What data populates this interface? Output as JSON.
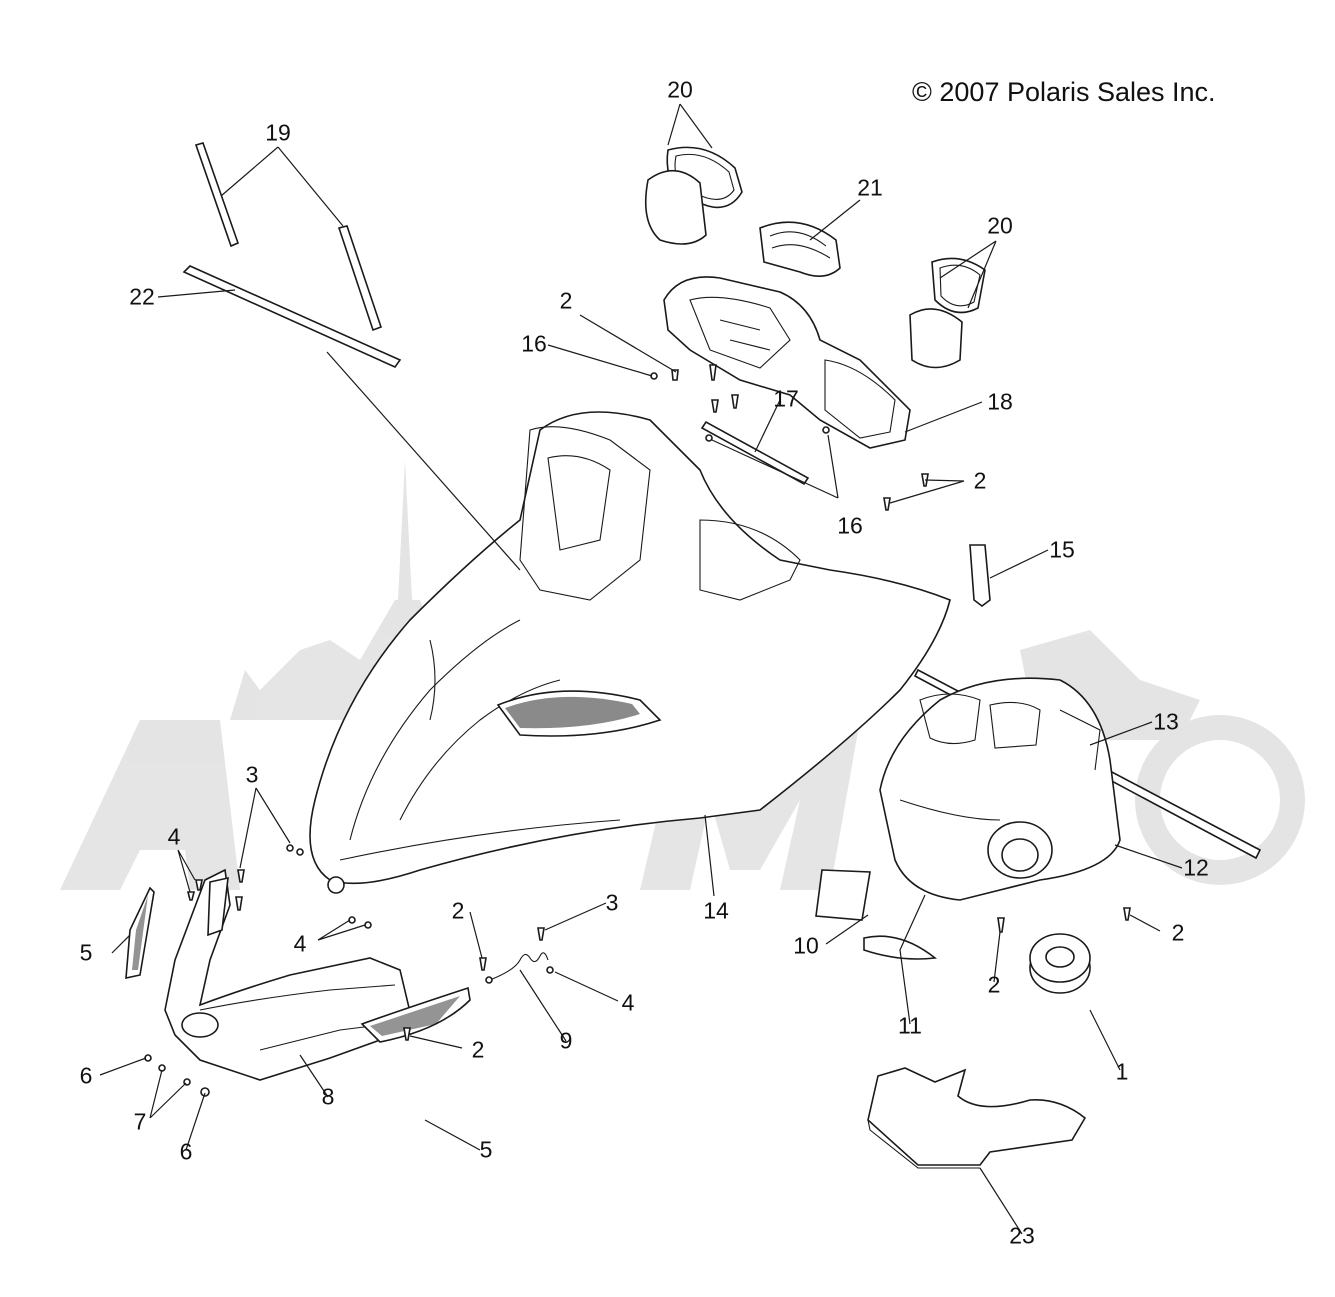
{
  "copyright": "© 2007 Polaris Sales Inc.",
  "callouts": [
    {
      "id": "c20a",
      "label": "20"
    },
    {
      "id": "c19",
      "label": "19"
    },
    {
      "id": "c21",
      "label": "21"
    },
    {
      "id": "c20b",
      "label": "20"
    },
    {
      "id": "c22",
      "label": "22"
    },
    {
      "id": "c2a",
      "label": "2"
    },
    {
      "id": "c16a",
      "label": "16"
    },
    {
      "id": "c18",
      "label": "18"
    },
    {
      "id": "c17",
      "label": "17"
    },
    {
      "id": "c2b",
      "label": "2"
    },
    {
      "id": "c16b",
      "label": "16"
    },
    {
      "id": "c15",
      "label": "15"
    },
    {
      "id": "c13",
      "label": "13"
    },
    {
      "id": "c3a",
      "label": "3"
    },
    {
      "id": "c4a",
      "label": "4"
    },
    {
      "id": "c12",
      "label": "12"
    },
    {
      "id": "c14",
      "label": "14"
    },
    {
      "id": "c5a",
      "label": "5"
    },
    {
      "id": "c4b",
      "label": "4"
    },
    {
      "id": "c2c",
      "label": "2"
    },
    {
      "id": "c3b",
      "label": "3"
    },
    {
      "id": "c10",
      "label": "10"
    },
    {
      "id": "c2d",
      "label": "2"
    },
    {
      "id": "c4c",
      "label": "4"
    },
    {
      "id": "c2e",
      "label": "2"
    },
    {
      "id": "c11",
      "label": "11"
    },
    {
      "id": "c9",
      "label": "9"
    },
    {
      "id": "c2f",
      "label": "2"
    },
    {
      "id": "c1",
      "label": "1"
    },
    {
      "id": "c6a",
      "label": "6"
    },
    {
      "id": "c8",
      "label": "8"
    },
    {
      "id": "c7",
      "label": "7"
    },
    {
      "id": "c6b",
      "label": "6"
    },
    {
      "id": "c5b",
      "label": "5"
    },
    {
      "id": "c23",
      "label": "23"
    }
  ]
}
